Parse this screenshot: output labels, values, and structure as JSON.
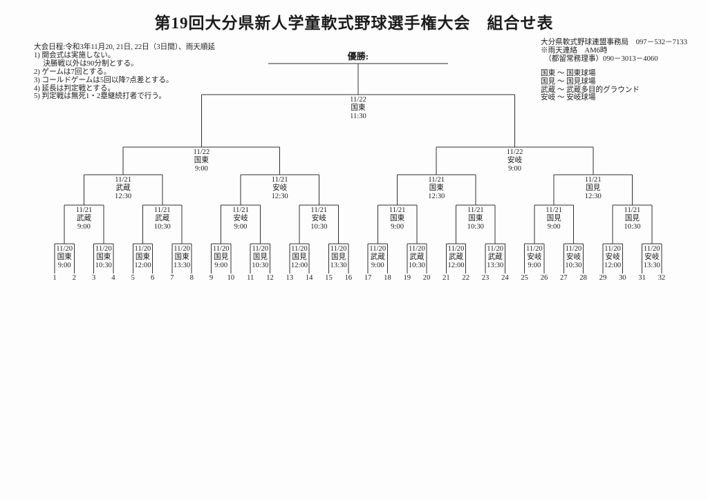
{
  "title": "第19回大分県新人学童軟式野球選手権大会　組合せ表",
  "notes": {
    "lines": [
      "大会日程:令和3年11月20, 21日, 22日（3日間）、雨天順延",
      "1) 開会式は実施しない。",
      "　 決勝戦以外は90分制とする。",
      "2) ゲームは7回とする。",
      "3) コールドゲームは5回以降7点差とする。",
      "4) 延長は判定戦とする。",
      "5) 判定戦は無死1・2塁継続打者で行う。"
    ]
  },
  "contact": {
    "lines": [
      "大分県軟式野球連盟事務局　097－532－7133",
      "※雨天連絡　AM6時",
      "　（都留常務理事）090－3013－4060"
    ]
  },
  "venues": {
    "lines": [
      "国東 ～ 国東球場",
      "国見 ～ 国見球場",
      "武蔵 ～ 武蔵多目的グラウンド",
      "安岐 ～ 安岐球場"
    ]
  },
  "bracket": {
    "champion_label": "優勝:",
    "line_color": "#2e2e2e",
    "seeds": [
      "1",
      "2",
      "3",
      "4",
      "5",
      "6",
      "7",
      "8",
      "9",
      "10",
      "11",
      "12",
      "13",
      "14",
      "15",
      "16",
      "17",
      "18",
      "19",
      "20",
      "21",
      "22",
      "23",
      "24",
      "25",
      "26",
      "27",
      "28",
      "29",
      "30",
      "31",
      "32"
    ],
    "rounds": [
      {
        "name": "round1",
        "matches": [
          {
            "date": "11/20",
            "venue": "国東",
            "time": "9:00"
          },
          {
            "date": "11/20",
            "venue": "国東",
            "time": "10:30"
          },
          {
            "date": "11/20",
            "venue": "国東",
            "time": "12:00"
          },
          {
            "date": "11/20",
            "venue": "国東",
            "time": "13:30"
          },
          {
            "date": "11/20",
            "venue": "国見",
            "time": "9:00"
          },
          {
            "date": "11/20",
            "venue": "国見",
            "time": "10:30"
          },
          {
            "date": "11/20",
            "venue": "国見",
            "time": "12:00"
          },
          {
            "date": "11/20",
            "venue": "国見",
            "time": "13:30"
          },
          {
            "date": "11/20",
            "venue": "武蔵",
            "time": "9:00"
          },
          {
            "date": "11/20",
            "venue": "武蔵",
            "time": "10:30"
          },
          {
            "date": "11/20",
            "venue": "武蔵",
            "time": "12:00"
          },
          {
            "date": "11/20",
            "venue": "武蔵",
            "time": "13:30"
          },
          {
            "date": "11/20",
            "venue": "安岐",
            "time": "9:00"
          },
          {
            "date": "11/20",
            "venue": "安岐",
            "time": "10:30"
          },
          {
            "date": "11/20",
            "venue": "安岐",
            "time": "12:00"
          },
          {
            "date": "11/20",
            "venue": "安岐",
            "time": "13:30"
          }
        ]
      },
      {
        "name": "round2",
        "matches": [
          {
            "date": "11/21",
            "venue": "武蔵",
            "time": "9:00"
          },
          {
            "date": "11/21",
            "venue": "武蔵",
            "time": "10:30"
          },
          {
            "date": "11/21",
            "venue": "安岐",
            "time": "9:00"
          },
          {
            "date": "11/21",
            "venue": "安岐",
            "time": "10:30"
          },
          {
            "date": "11/21",
            "venue": "国東",
            "time": "9:00"
          },
          {
            "date": "11/21",
            "venue": "国東",
            "time": "10:30"
          },
          {
            "date": "11/21",
            "venue": "国見",
            "time": "9:00"
          },
          {
            "date": "11/21",
            "venue": "国見",
            "time": "10:30"
          }
        ]
      },
      {
        "name": "quarterfinal",
        "matches": [
          {
            "date": "11/21",
            "venue": "武蔵",
            "time": "12:30"
          },
          {
            "date": "11/21",
            "venue": "安岐",
            "time": "12:30"
          },
          {
            "date": "11/21",
            "venue": "国東",
            "time": "12:30"
          },
          {
            "date": "11/21",
            "venue": "国見",
            "time": "12:30"
          }
        ]
      },
      {
        "name": "semifinal",
        "matches": [
          {
            "date": "11/22",
            "venue": "国東",
            "time": "9:00"
          },
          {
            "date": "11/22",
            "venue": "安岐",
            "time": "9:00"
          }
        ]
      },
      {
        "name": "final",
        "matches": [
          {
            "date": "11/22",
            "venue": "国東",
            "time": "11:30"
          }
        ]
      }
    ]
  }
}
